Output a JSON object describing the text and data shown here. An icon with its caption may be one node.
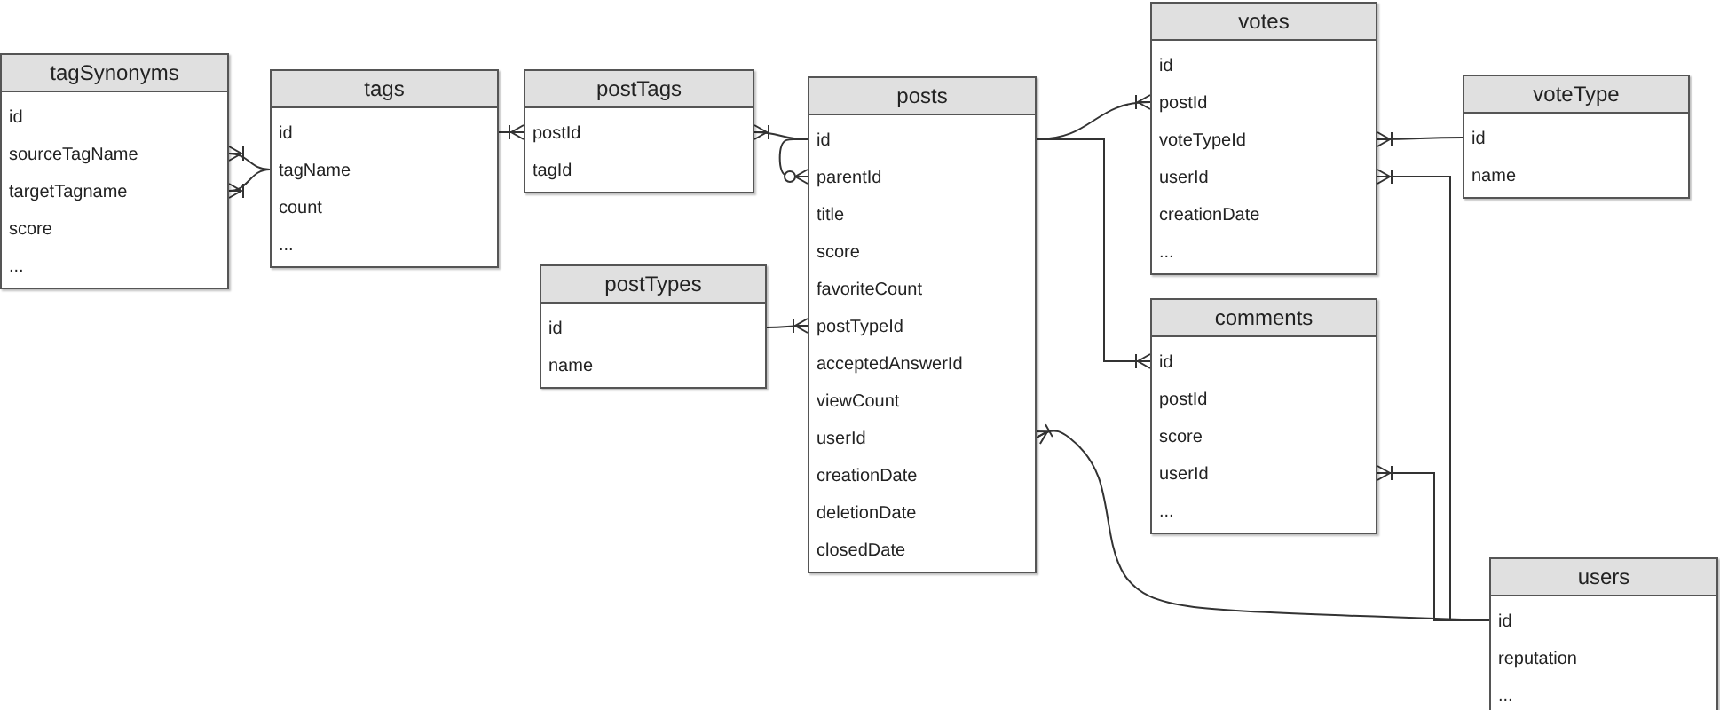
{
  "diagram": {
    "nodes": [
      {
        "text": [
          "tagSynonyms",
          "id",
          "sourceTagName",
          "targetTagname",
          "score",
          "..."
        ]
      },
      {
        "text": [
          "tags",
          "id",
          "tagName",
          "count",
          "..."
        ]
      },
      {
        "text": [
          "postTags",
          "postId",
          "tagId"
        ]
      },
      {
        "text": [
          "posts",
          "id",
          "parentId",
          "title",
          "score",
          "favoriteCount",
          "postTypeId",
          "acceptedAnswerId",
          "viewCount",
          "userId",
          "creationDate",
          "deletionDate",
          "closedDate"
        ]
      },
      {
        "text": [
          "postTypes",
          "id",
          "name"
        ]
      },
      {
        "text": [
          "votes",
          "id",
          "postId",
          "voteTypeId",
          "userId",
          "creationDate",
          "..."
        ]
      },
      {
        "text": [
          "voteType",
          "id",
          "name"
        ]
      },
      {
        "text": [
          "comments",
          "id",
          "postId",
          "score",
          "userId",
          "..."
        ]
      },
      {
        "text": [
          "users",
          "id",
          "reputation",
          "..."
        ]
      }
    ],
    "edges": [
      {
        "from": 1,
        "to": 0,
        "arrow": "other"
      },
      {
        "from": 1,
        "to": 0,
        "arrow": "other"
      },
      {
        "from": 1,
        "to": 2,
        "arrow": "other"
      },
      {
        "from": 3,
        "to": 2,
        "arrow": "other"
      },
      {
        "from": 3,
        "to": 3,
        "arrow": "other"
      },
      {
        "from": 4,
        "to": 3,
        "arrow": "other"
      },
      {
        "from": 3,
        "to": 5,
        "arrow": "other"
      },
      {
        "from": 3,
        "to": 7,
        "arrow": "other"
      },
      {
        "from": 6,
        "to": 5,
        "arrow": "other"
      },
      {
        "from": 8,
        "to": 5,
        "arrow": "other"
      },
      {
        "from": 8,
        "to": 7,
        "arrow": "other"
      },
      {
        "from": 8,
        "to": 3,
        "arrow": "other"
      }
    ]
  }
}
